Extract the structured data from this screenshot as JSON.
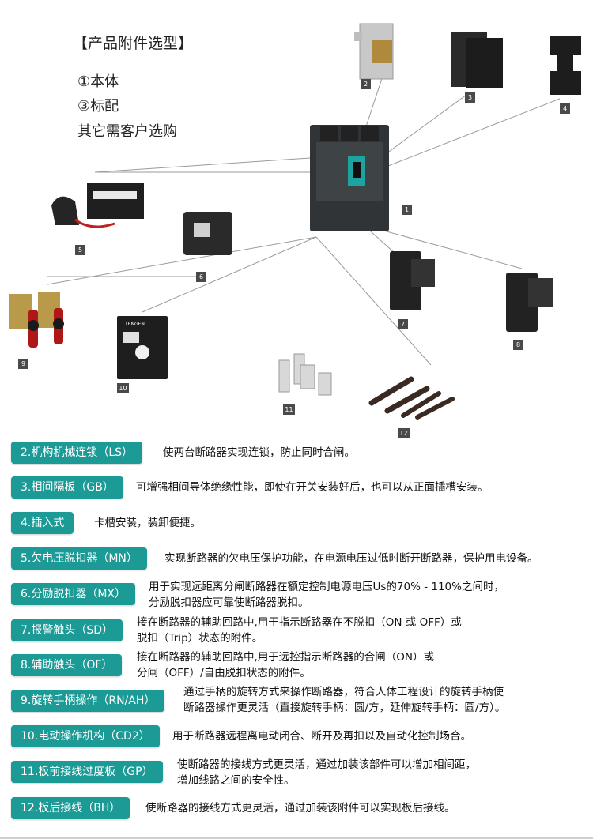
{
  "header": {
    "title": "【产品附件选型】",
    "line1": "①本体",
    "line2": "③标配",
    "line3": "其它需客户选购"
  },
  "diagram": {
    "labels": [
      "1",
      "2",
      "3",
      "4",
      "5",
      "6",
      "7",
      "8",
      "9",
      "10",
      "11",
      "12"
    ],
    "device_text": {
      "brand": "TENGEN"
    }
  },
  "features": [
    {
      "label": "2.机构机械连锁（LS）",
      "desc1": "使两台断路器实现连锁，防止同时合闸。",
      "desc2": ""
    },
    {
      "label": "3.相间隔板（GB）",
      "desc1": "可增强相间导体绝缘性能，即使在开关安装好后，也可以从正面插槽安装。",
      "desc2": ""
    },
    {
      "label": "4.插入式",
      "desc1": "卡槽安装，装卸便捷。",
      "desc2": ""
    },
    {
      "label": "5.欠电压脱扣器（MN）",
      "desc1": "实现断路器的欠电压保护功能，在电源电压过低时断开断路器，保护用电设备。",
      "desc2": ""
    },
    {
      "label": "6.分励脱扣器（MX）",
      "desc1": "用于实现远距离分闸断路器在额定控制电源电压Us的70% - 110%之间时，",
      "desc2": "分励脱扣器应可靠使断路器脱扣。"
    },
    {
      "label": "7.报警触头（SD）",
      "desc1": "接在断路器的辅助回路中,用于指示断路器在不脱扣（ON 或 OFF）或",
      "desc2": "脱扣（Trip）状态的附件。"
    },
    {
      "label": "8.辅助触头（OF）",
      "desc1": "接在断路器的辅助回路中,用于远控指示断路器的合闸（ON）或",
      "desc2": "分闸（OFF）/自由脱扣状态的附件。"
    },
    {
      "label": "9.旋转手柄操作（RN/AH）",
      "desc1": "通过手柄的旋转方式来操作断路器，符合人体工程设计的旋转手柄使",
      "desc2": "断路器操作更灵活（直接旋转手柄：圆/方，延伸旋转手柄：圆/方）。"
    },
    {
      "label": "10.电动操作机构（CD2）",
      "desc1": "用于断路器远程离电动闭合、断开及再扣以及自动化控制场合。",
      "desc2": ""
    },
    {
      "label": "11.板前接线过度板（GP）",
      "desc1": "使断路器的接线方式更灵活，通过加装该部件可以增加相间距，",
      "desc2": "增加线路之间的安全性。"
    },
    {
      "label": "12.板后接线（BH）",
      "desc1": "使断路器的接线方式更灵活，通过加装该附件可以实现板后接线。",
      "desc2": ""
    }
  ],
  "colors": {
    "accent": "#1b9a96",
    "tag": "#4a4a4a",
    "line": "#9a9a9a"
  }
}
